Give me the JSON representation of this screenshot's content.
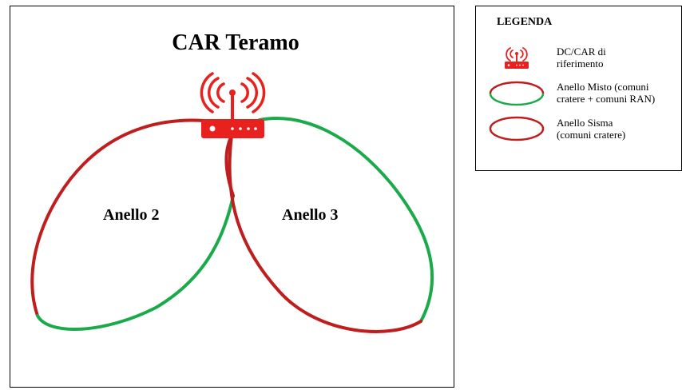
{
  "diagram": {
    "title": "CAR Teramo",
    "ring_labels": [
      "Anello 2",
      "Anello 3"
    ],
    "colors": {
      "red": "#bf1e1e",
      "green": "#1aaa4a",
      "router": "#e8201e"
    }
  },
  "legend": {
    "title": "LEGENDA",
    "items": [
      {
        "icon": "router-icon",
        "text": "DC/CAR di riferimento"
      },
      {
        "icon": "mixed-ring-icon",
        "text": "Anello Misto (comuni cratere + comuni RAN)"
      },
      {
        "icon": "seismic-ring-icon",
        "text": "Anello Sisma (comuni cratere)"
      }
    ]
  }
}
